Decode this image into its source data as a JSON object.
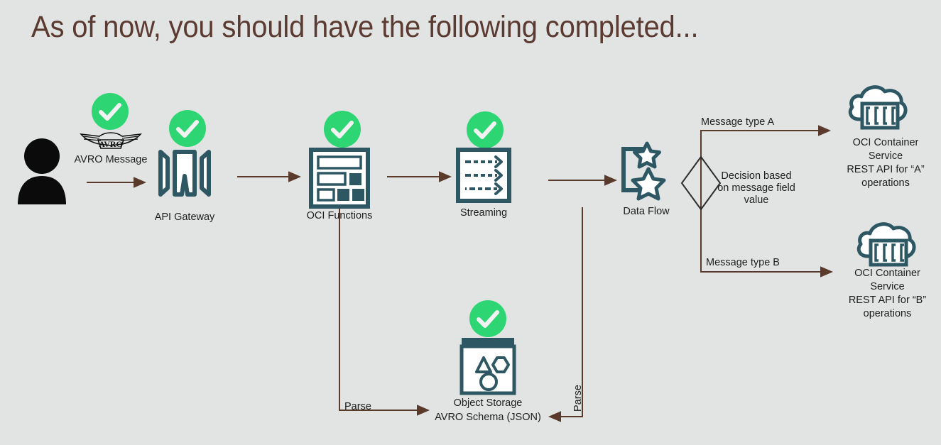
{
  "slide": {
    "title": "As of now, you should have the following completed...",
    "background_color": "#e2e4e3",
    "title_color": "#5a3a31",
    "arrow_color": "#5a3a2a",
    "icon_color": "#2e5764",
    "check_color": "#2ed573"
  },
  "nodes": {
    "user": {
      "name": "user-actor",
      "label": ""
    },
    "avro_message": {
      "label": "AVRO Message",
      "icon": "avro-logo-icon",
      "completed": true
    },
    "api_gateway": {
      "label": "API Gateway",
      "icon": "api-gateway-icon",
      "completed": true
    },
    "oci_functions": {
      "label": "OCI Functions",
      "icon": "oci-functions-icon",
      "completed": true
    },
    "streaming": {
      "label": "Streaming",
      "icon": "streaming-icon",
      "completed": true
    },
    "data_flow": {
      "label": "Data Flow",
      "icon": "data-flow-icon",
      "completed": false
    },
    "decision": {
      "label": "Decision based\non message field\nvalue",
      "icon": "decision-diamond-icon"
    },
    "object_storage": {
      "label": "Object Storage\nAVRO Schema (JSON)",
      "icon": "object-storage-icon",
      "completed": true
    },
    "container_service_a": {
      "label": "OCI Container\nService\nREST API for “A”\noperations",
      "icon": "oci-container-service-icon",
      "completed": false
    },
    "container_service_b": {
      "label": "OCI Container\nService\nREST API for “B”\noperations",
      "icon": "oci-container-service-icon",
      "completed": false
    }
  },
  "edges": {
    "message_type_a": "Message type A",
    "message_type_b": "Message type B",
    "parse_functions_to_storage": "Parse",
    "parse_dataflow_to_storage": "Parse"
  }
}
